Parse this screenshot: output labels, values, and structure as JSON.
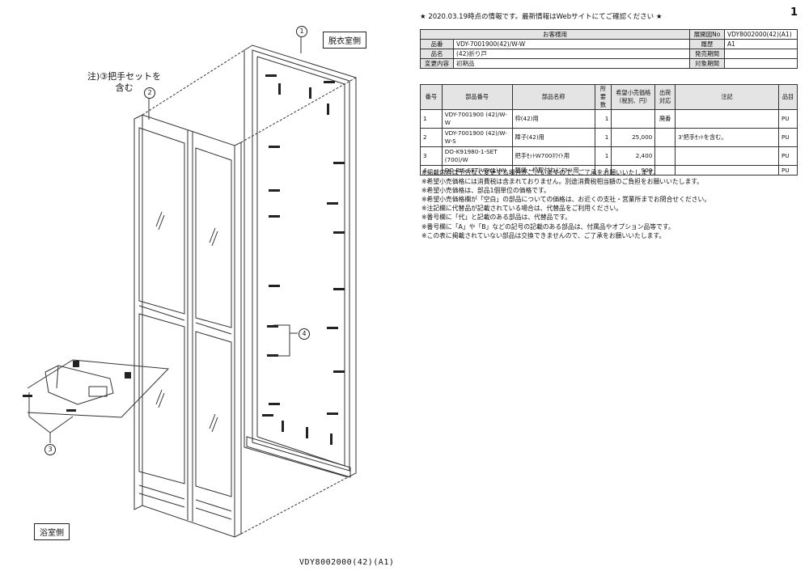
{
  "page_number": "1",
  "notice": "★ 2020.03.19時点の情報です。最新情報はWebサイトにてご確認ください ★",
  "customer_table": {
    "header": "お客様用",
    "rows": [
      {
        "k1": "品番",
        "v1": "VDY-7001900(42)/W-W",
        "k2": "展開図No",
        "v2": "VDY8002000(42)(A1)"
      },
      {
        "k1": "品名",
        "v1": "(42)折り戸",
        "k2": "履歴",
        "v2": "A1"
      },
      {
        "k1": "変更内容",
        "v1": "初期品",
        "k2": "発売期間",
        "v2": ""
      },
      {
        "k1": "",
        "v1": "",
        "k2": "対象期間",
        "v2": ""
      }
    ]
  },
  "parts_table": {
    "headers": [
      "番号",
      "部品番号",
      "部品名称",
      "所要数",
      "希望小売価格（税別、円）",
      "出荷対応",
      "注記",
      "品目"
    ],
    "rows": [
      {
        "no": "1",
        "code": "VDY-7001900 (42)/W-W",
        "name": "枠(42)用",
        "qty": "1",
        "price": "",
        "ship": "廃番",
        "note": "",
        "type": "PU"
      },
      {
        "no": "2",
        "code": "VDY-7001900 (42)/W-W-S",
        "name": "障子(42)用",
        "qty": "1",
        "price": "25,000",
        "ship": "",
        "note": "3'把手ｾｯﾄを含む。",
        "type": "PU"
      },
      {
        "no": "3",
        "code": "DO-K91980-1-SET (700)/W",
        "name": "把手ｾｯﾄW700ﾎﾜｲﾄ用",
        "qty": "1",
        "price": "2,400",
        "ship": "",
        "note": "",
        "type": "PU"
      },
      {
        "no": "4",
        "code": "DO-BIS-SET(VDY1)/W",
        "name": "額縁・枠取付ねじﾎﾜｲﾄ用",
        "qty": "1",
        "price": "900",
        "ship": "",
        "note": "",
        "type": "PU"
      }
    ]
  },
  "notes": [
    "※掲載内容は予告なく変更する場合がございますので、ご了承をお願いいたします。",
    "※希望小売価格には消費税は含まれておりません。別途消費税相当額のご負担をお願いいたします。",
    "※希望小売価格は、部品1個単位の価格です。",
    "※希望小売価格欄が「空白」の部品についての価格は、お近くの支社・営業所までお問合せください。",
    "※注記欄に代替品が記載されている場合は、代替品をご利用ください。",
    "※番号欄に「代」と記載のある部品は、代替品です。",
    "※番号欄に「A」や「B」などの記号の記載のある部品は、付属品やオプション品等です。",
    "※この表に掲載されていない部品は交換できませんので、ご了承をお願いいたします。"
  ],
  "drawing": {
    "label_dressing": "脱衣室側",
    "label_bath": "浴室側",
    "handle_note": "注)③把手セットを\n含む",
    "callouts": [
      "1",
      "2",
      "3",
      "4"
    ],
    "footer": "VDY8002000(42)(A1)"
  }
}
